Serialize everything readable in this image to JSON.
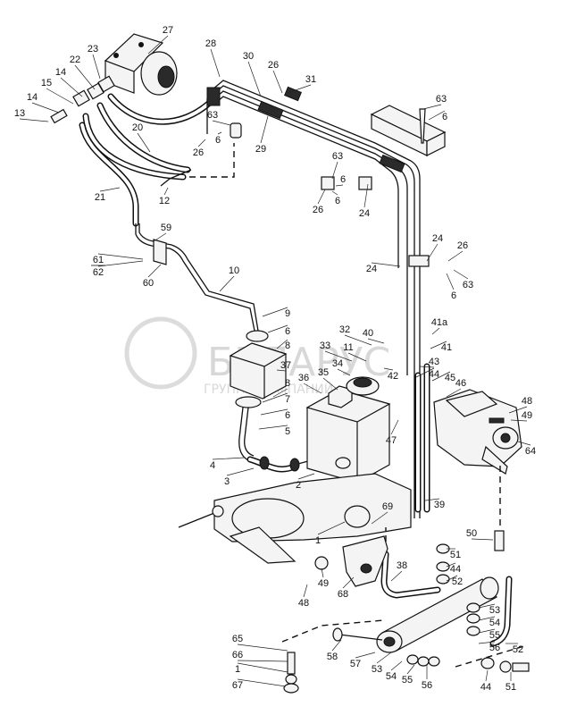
{
  "watermark": {
    "brand": "БЕЛАРУС",
    "subtitle": "ГРУППА КОМПАНИЙ"
  },
  "labels": [
    {
      "id": "l27",
      "text": "27"
    },
    {
      "id": "l23",
      "text": "23"
    },
    {
      "id": "l22",
      "text": "22"
    },
    {
      "id": "l14a",
      "text": "14"
    },
    {
      "id": "l15",
      "text": "15"
    },
    {
      "id": "l14b",
      "text": "14"
    },
    {
      "id": "l13",
      "text": "13"
    },
    {
      "id": "l28",
      "text": "28"
    },
    {
      "id": "l30",
      "text": "30"
    },
    {
      "id": "l26a",
      "text": "26"
    },
    {
      "id": "l31",
      "text": "31"
    },
    {
      "id": "l63a",
      "text": "63"
    },
    {
      "id": "l6a",
      "text": "6"
    },
    {
      "id": "l63b",
      "text": "63"
    },
    {
      "id": "l6b",
      "text": "6"
    },
    {
      "id": "l20",
      "text": "20"
    },
    {
      "id": "l26b",
      "text": "26"
    },
    {
      "id": "l29",
      "text": "29"
    },
    {
      "id": "l63c",
      "text": "63"
    },
    {
      "id": "l6c",
      "text": "6"
    },
    {
      "id": "l21",
      "text": "21"
    },
    {
      "id": "l12",
      "text": "12"
    },
    {
      "id": "l26c",
      "text": "26"
    },
    {
      "id": "l6d",
      "text": "6"
    },
    {
      "id": "l24a",
      "text": "24"
    },
    {
      "id": "l59",
      "text": "59"
    },
    {
      "id": "l61",
      "text": "61"
    },
    {
      "id": "l62",
      "text": "62"
    },
    {
      "id": "l60",
      "text": "60"
    },
    {
      "id": "l24b",
      "text": "24"
    },
    {
      "id": "l26d",
      "text": "26"
    },
    {
      "id": "l24c",
      "text": "24"
    },
    {
      "id": "l6e",
      "text": "6"
    },
    {
      "id": "l63d",
      "text": "63"
    },
    {
      "id": "l10",
      "text": "10"
    },
    {
      "id": "l9",
      "text": "9"
    },
    {
      "id": "l6f",
      "text": "6"
    },
    {
      "id": "l8a",
      "text": "8"
    },
    {
      "id": "l37",
      "text": "37"
    },
    {
      "id": "l8b",
      "text": "8"
    },
    {
      "id": "l7",
      "text": "7"
    },
    {
      "id": "l6g",
      "text": "6"
    },
    {
      "id": "l5",
      "text": "5"
    },
    {
      "id": "l32",
      "text": "32"
    },
    {
      "id": "l41a",
      "text": "41a"
    },
    {
      "id": "l40",
      "text": "40"
    },
    {
      "id": "l41",
      "text": "41"
    },
    {
      "id": "l33",
      "text": "33"
    },
    {
      "id": "l11",
      "text": "11"
    },
    {
      "id": "l34",
      "text": "34"
    },
    {
      "id": "l35",
      "text": "35"
    },
    {
      "id": "l36",
      "text": "36"
    },
    {
      "id": "l42",
      "text": "42"
    },
    {
      "id": "l43",
      "text": "43"
    },
    {
      "id": "l44a",
      "text": "44"
    },
    {
      "id": "l45",
      "text": "45"
    },
    {
      "id": "l46",
      "text": "46"
    },
    {
      "id": "l48a",
      "text": "48"
    },
    {
      "id": "l49a",
      "text": "49"
    },
    {
      "id": "l47",
      "text": "47"
    },
    {
      "id": "l64",
      "text": "64"
    },
    {
      "id": "l4",
      "text": "4"
    },
    {
      "id": "l3",
      "text": "3"
    },
    {
      "id": "l2",
      "text": "2"
    },
    {
      "id": "l39",
      "text": "39"
    },
    {
      "id": "l69",
      "text": "69"
    },
    {
      "id": "l1a",
      "text": "1"
    },
    {
      "id": "l50",
      "text": "50"
    },
    {
      "id": "l51a",
      "text": "51"
    },
    {
      "id": "l44b",
      "text": "44"
    },
    {
      "id": "l38",
      "text": "38"
    },
    {
      "id": "l52a",
      "text": "52"
    },
    {
      "id": "l49b",
      "text": "49"
    },
    {
      "id": "l68",
      "text": "68"
    },
    {
      "id": "l48b",
      "text": "48"
    },
    {
      "id": "l53a",
      "text": "53"
    },
    {
      "id": "l54a",
      "text": "54"
    },
    {
      "id": "l55a",
      "text": "55"
    },
    {
      "id": "l56a",
      "text": "56"
    },
    {
      "id": "l52b",
      "text": "52"
    },
    {
      "id": "l65",
      "text": "65"
    },
    {
      "id": "l66",
      "text": "66"
    },
    {
      "id": "l1b",
      "text": "1"
    },
    {
      "id": "l67",
      "text": "67"
    },
    {
      "id": "l58",
      "text": "58"
    },
    {
      "id": "l57",
      "text": "57"
    },
    {
      "id": "l53b",
      "text": "53"
    },
    {
      "id": "l54b",
      "text": "54"
    },
    {
      "id": "l55b",
      "text": "55"
    },
    {
      "id": "l56b",
      "text": "56"
    },
    {
      "id": "l44c",
      "text": "44"
    },
    {
      "id": "l51b",
      "text": "51"
    }
  ]
}
